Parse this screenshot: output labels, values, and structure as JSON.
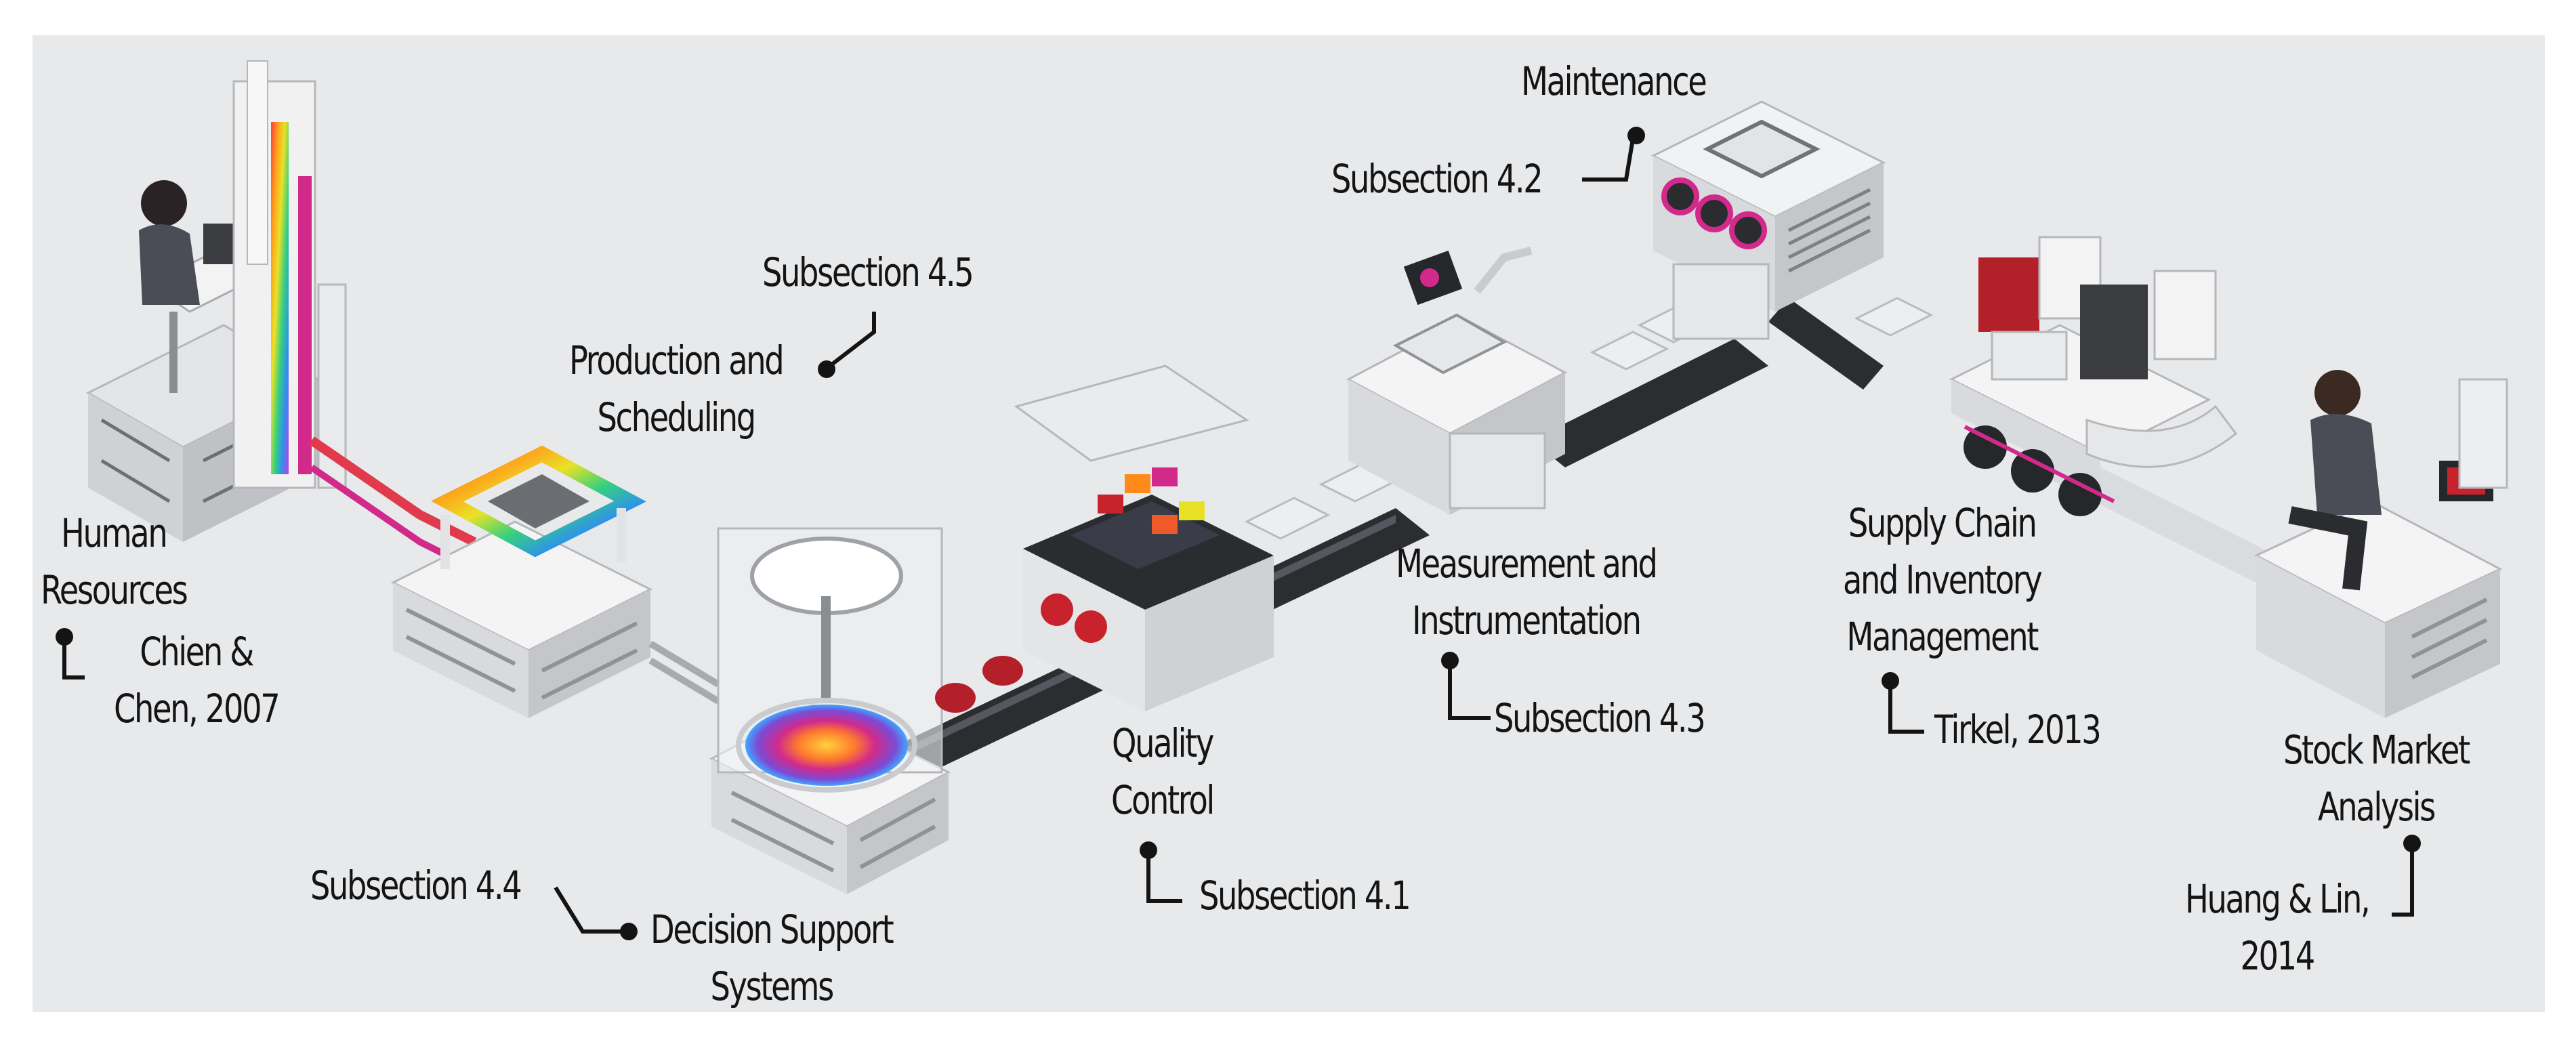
{
  "labels": {
    "human_resources": [
      "Human",
      "Resources"
    ],
    "human_resources_ref": [
      "Chien &",
      "Chen, 2007"
    ],
    "production_scheduling": [
      "Production and",
      "Scheduling"
    ],
    "production_scheduling_ref": "Subsection 4.5",
    "decision_support": [
      "Decision Support",
      "Systems"
    ],
    "decision_support_ref": "Subsection 4.4",
    "quality_control": [
      "Quality",
      "Control"
    ],
    "quality_control_ref": "Subsection 4.1",
    "measurement": [
      "Measurement and",
      "Instrumentation"
    ],
    "measurement_ref": "Subsection 4.3",
    "maintenance": "Maintenance",
    "maintenance_ref": "Subsection 4.2",
    "supply_chain": [
      "Supply Chain",
      "and Inventory",
      "Management"
    ],
    "supply_chain_ref": "Tirkel, 2013",
    "stock_market": [
      "Stock Market",
      "Analysis"
    ],
    "stock_market_ref": [
      "Huang & Lin,",
      "2014"
    ]
  },
  "colors": {
    "background": "#e8e9eb",
    "machine_light": "#f4f4f5",
    "machine_mid": "#d5d7da",
    "machine_dark": "#a8abb0",
    "conveyor": "#2b2d31",
    "text": "#141414",
    "accent_red": "#c8232c",
    "accent_magenta": "#d12a8b",
    "accent_orange": "#f08a24"
  },
  "icons": [
    "workstation-icon",
    "production-machine-icon",
    "wafer-inspection-icon",
    "quality-machine-icon",
    "measurement-machine-icon",
    "maintenance-machine-icon",
    "supply-truck-icon",
    "analyst-workstation-icon"
  ]
}
